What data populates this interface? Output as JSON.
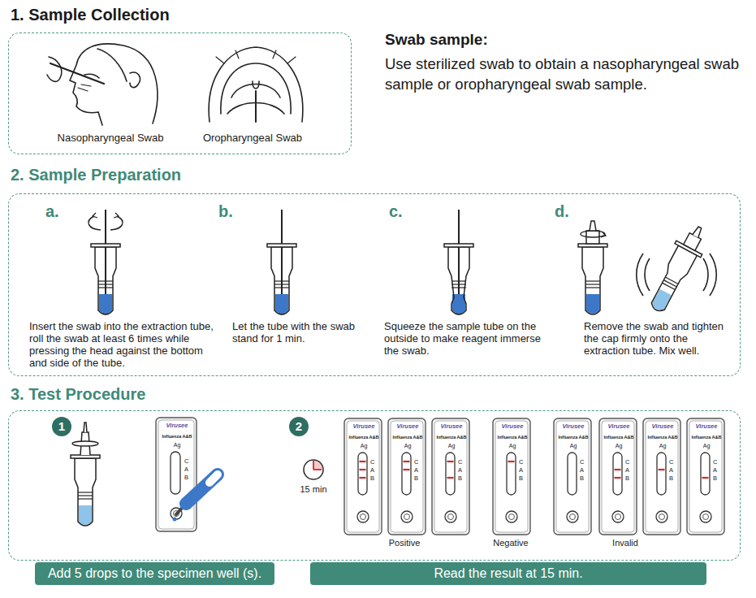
{
  "diagram": {
    "nodes": [
      {
        "text": [
          "1. Sample Collection",
          "Nasopharyngeal Swab",
          "Oropharyngeal Swab"
        ]
      },
      {
        "text": [
          "2. Sample Preparation",
          "a.",
          "Insert the swab into the extraction tube, roll the swab at least 6 times while pressing the head against the bottom and side of the tube.",
          "b.",
          "Let the tube with the swab stand for 1 min.",
          "c.",
          "Squeeze the sample tube on the outside to make reagent immerse the swab.",
          "d.",
          "Remove the swab and tighten the cap firmly onto the extraction tube. Mix well."
        ]
      },
      {
        "text": [
          "3. Test Procedure"
        ]
      },
      {
        "text": [
          "1"
        ],
        "in": 2
      },
      {
        "text": [
          "Virusee",
          "Influenza A&B",
          "Ag",
          "C A B"
        ],
        "in": 2
      },
      {
        "text": [
          "2"
        ],
        "in": 2
      },
      {
        "text": [
          "Virusee",
          "Influenza A&B",
          "Ag",
          "C A B"
        ],
        "in": 2
      },
      {
        "text": [
          "Virusee",
          "Influenza A&B",
          "Ag",
          "C A B"
        ],
        "in": 2
      },
      {
        "text": [
          "Virusee",
          "Influenza A&B",
          "Ag",
          "C A B"
        ],
        "in": 2
      },
      {
        "text": [
          "Virusee",
          "Influenza A&B",
          "Ag",
          "C A B"
        ],
        "in": 2
      },
      {
        "text": [
          "Virusee",
          "Influenza A&B",
          "Ag",
          "C A B"
        ],
        "in": 2
      },
      {
        "text": [
          "Virusee",
          "Influenza A&B",
          "Ag",
          "C A B"
        ],
        "in": 2
      },
      {
        "text": [
          "Virusee",
          "Influenza A&B",
          "Ag",
          "C A B"
        ],
        "in": 2
      },
      {
        "text": [
          "Virusee",
          "Influenza A&B",
          "Ag",
          "C A B"
        ],
        "in": 2
      },
      {
        "text": [
          "Add 5 drops to the specimen well (s)."
        ]
      },
      {
        "text": [
          "Read the result at 15 min."
        ]
      }
    ],
    "labels": [
      "Swab sample:",
      "Use sterilized swab to obtain a nasopharyngeal swab sample or oropharyngeal swab sample.",
      "15 min",
      "Positive",
      "Negative",
      "Invalid"
    ]
  }
}
